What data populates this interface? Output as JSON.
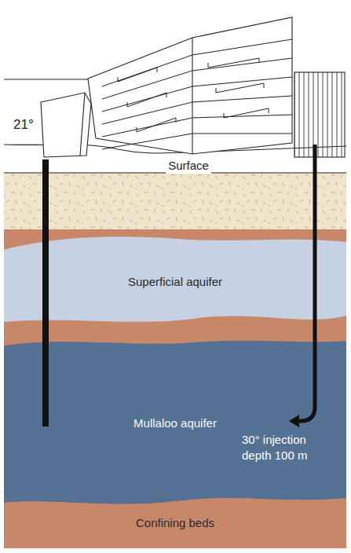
{
  "diagram": {
    "nodes": [
      {
        "text": [
          "Superficial aquifer"
        ]
      },
      {
        "text": [
          "Mullaloo aquifer"
        ]
      },
      {
        "text": [
          "Confining beds"
        ]
      }
    ],
    "labels": [
      "21°",
      "Surface",
      "30° injection depth 100 m"
    ]
  }
}
